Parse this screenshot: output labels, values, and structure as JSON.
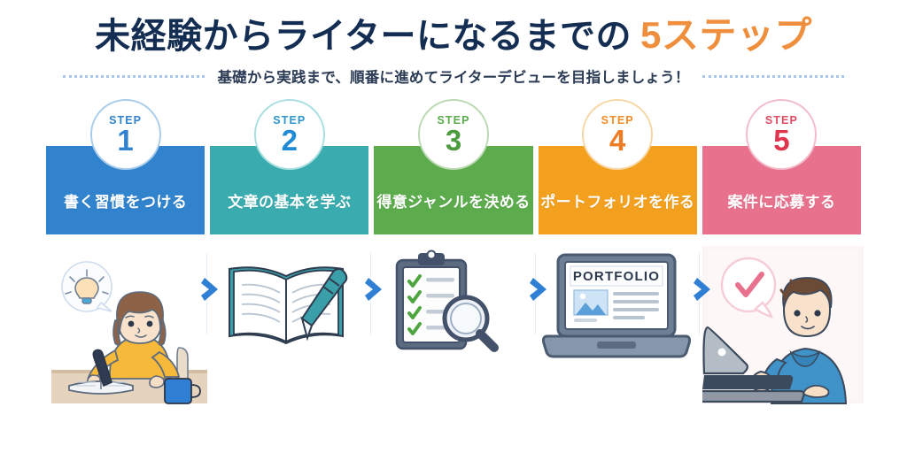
{
  "header": {
    "title_main": "未経験からライターになるまでの",
    "title_accent": "5ステップ",
    "subtitle": "基礎から実践まで、順番に進めてライターデビューを目指しましょう！",
    "title_color": "#142d52",
    "accent_color": "#ef8f3e",
    "dotted_color": "#a9c4e4"
  },
  "steps": [
    {
      "badge_word": "STEP",
      "number": "1",
      "label": "書く習慣をつける",
      "color": "#3183ce",
      "illustration": "woman-writing-notebook",
      "illustration_alt": "黄色いセーターの女性がノートに書いている（電球の吹き出し・青いマグカップ）"
    },
    {
      "badge_word": "STEP",
      "number": "2",
      "label": "文章の基本を学ぶ",
      "color": "#3aacaf",
      "illustration": "open-book-with-pen",
      "illustration_alt": "開いた本とペン"
    },
    {
      "badge_word": "STEP",
      "number": "3",
      "label": "得意ジャンルを決める",
      "color": "#5cab4d",
      "illustration": "clipboard-checklist-magnifier",
      "illustration_alt": "チェックリストのクリップボードと虫眼鏡"
    },
    {
      "badge_word": "STEP",
      "number": "4",
      "label": "ポートフォリオを作る",
      "color": "#f3a01f",
      "illustration": "laptop-portfolio",
      "illustration_alt": "PORTFOLIO と表示されたノートパソコン",
      "screen_text": "PORTFOLIO"
    },
    {
      "badge_word": "STEP",
      "number": "5",
      "label": "案件に応募する",
      "color": "#e8718d",
      "illustration": "man-laptop-check",
      "illustration_alt": "青いパーカーの男性がノートパソコンを使う（チェックマークの吹き出し）"
    }
  ],
  "arrows": {
    "glyph": "chevron-right",
    "color": "#2f7fd4",
    "count": 4
  },
  "background_color": "#ffffff"
}
